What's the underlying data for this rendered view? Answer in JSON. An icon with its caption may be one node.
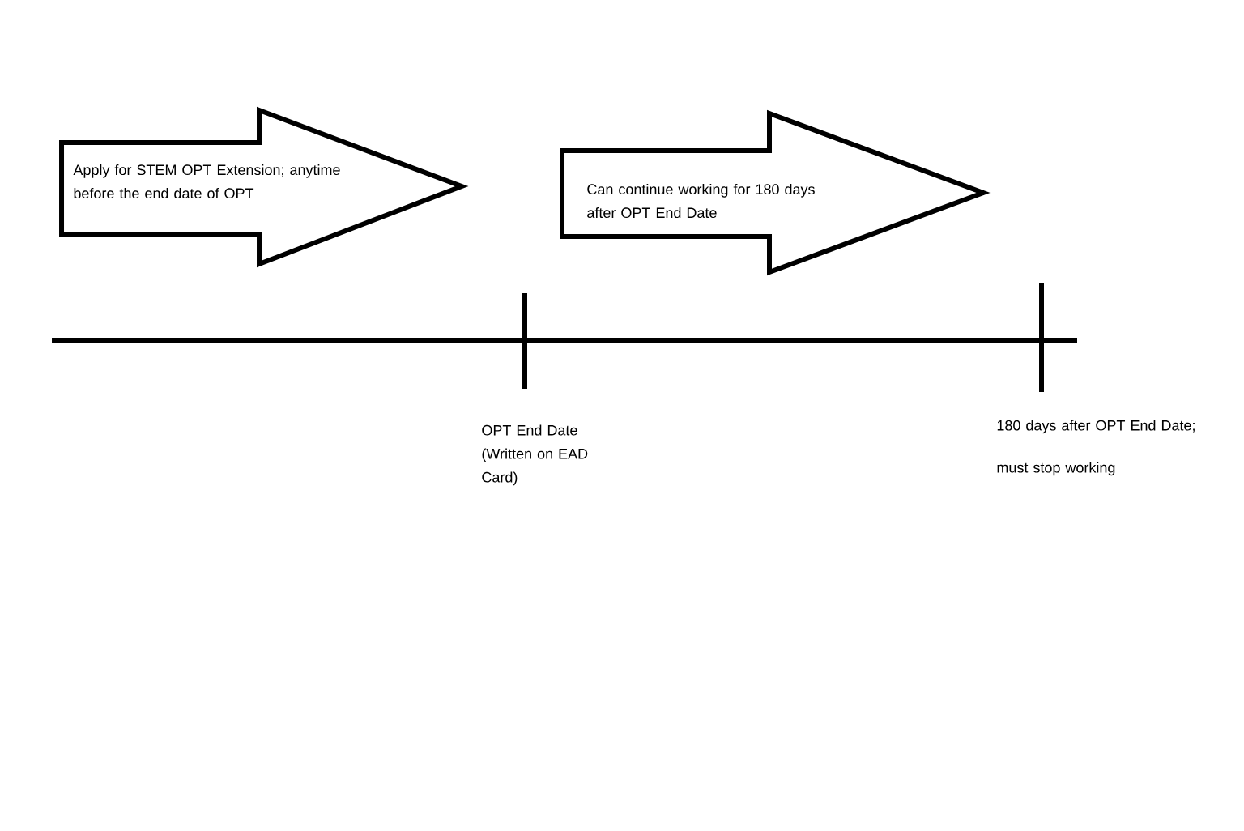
{
  "diagram": {
    "nodes": [
      {
        "text": [
          "Apply for STEM OPT Extension; anytime before the end date of OPT"
        ]
      },
      {
        "text": [
          "Can continue working for 180 days after OPT End Date"
        ]
      }
    ],
    "labels": [
      "OPT End Date (Written on EAD Card)",
      "180 days after OPT End Date;",
      "must stop working"
    ]
  }
}
